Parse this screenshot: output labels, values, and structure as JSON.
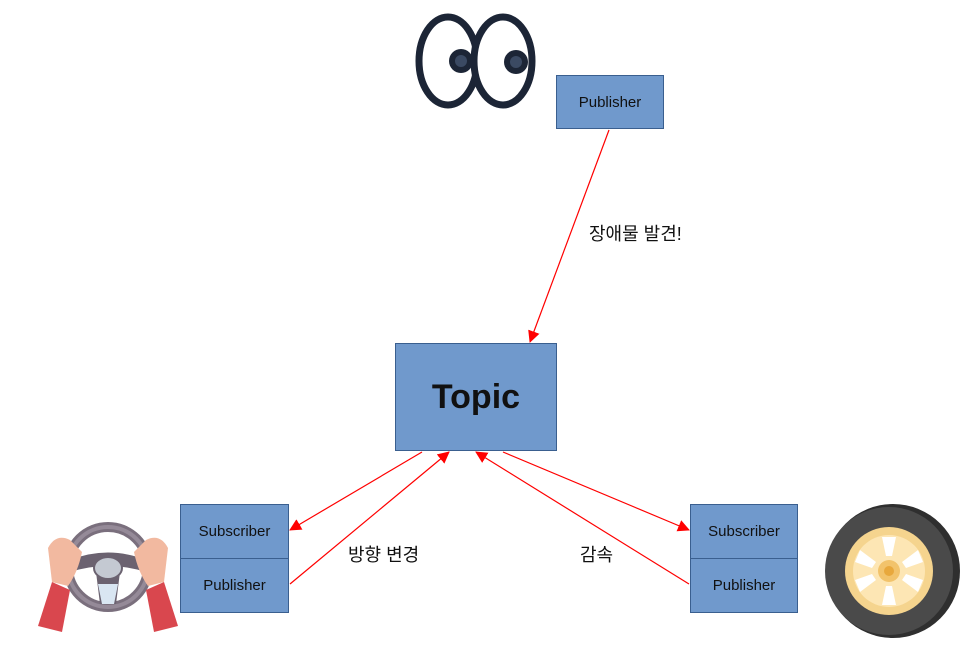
{
  "topic": {
    "label": "Topic"
  },
  "camera_node": {
    "publisher_label": "Publisher",
    "icon": "eyes-icon"
  },
  "steering_node": {
    "subscriber_label": "Subscriber",
    "publisher_label": "Publisher",
    "icon": "steering-wheel-icon"
  },
  "wheel_node": {
    "subscriber_label": "Subscriber",
    "publisher_label": "Publisher",
    "icon": "tire-icon"
  },
  "edges": {
    "obstacle": "장애물 발견!",
    "steer": "방향 변경",
    "decel": "감속"
  },
  "colors": {
    "box_fill": "#7099cc",
    "arrow": "#ff0000"
  }
}
